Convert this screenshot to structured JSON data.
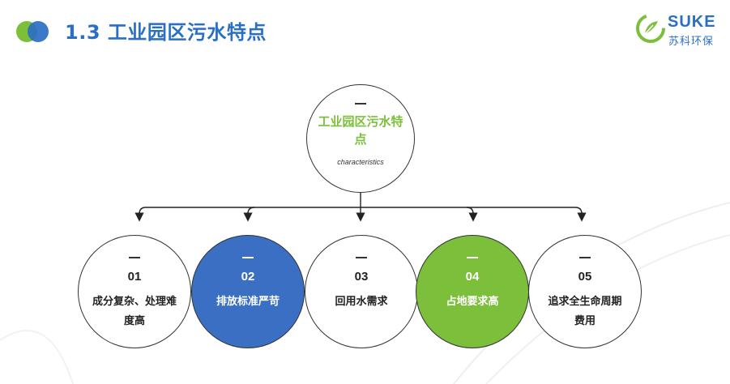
{
  "header": {
    "title": "1.3 工业园区污水特点",
    "logo_en": "SUKE",
    "logo_cn": "苏科环保"
  },
  "root": {
    "title": "工业园区污水特点",
    "subtitle": "characteristics"
  },
  "nodes": [
    {
      "number": "01",
      "label": "成分复杂、处理难度高",
      "style": "white"
    },
    {
      "number": "02",
      "label": "排放标准严苛",
      "style": "blue"
    },
    {
      "number": "03",
      "label": "回用水需求",
      "style": "white"
    },
    {
      "number": "04",
      "label": "占地要求高",
      "style": "green"
    },
    {
      "number": "05",
      "label": "追求全生命周期费用",
      "style": "white"
    }
  ],
  "colors": {
    "brand_blue": "#2a6fc4",
    "brand_green": "#7bbf3b",
    "node_blue": "#3b6fc4",
    "outline": "#333333"
  }
}
